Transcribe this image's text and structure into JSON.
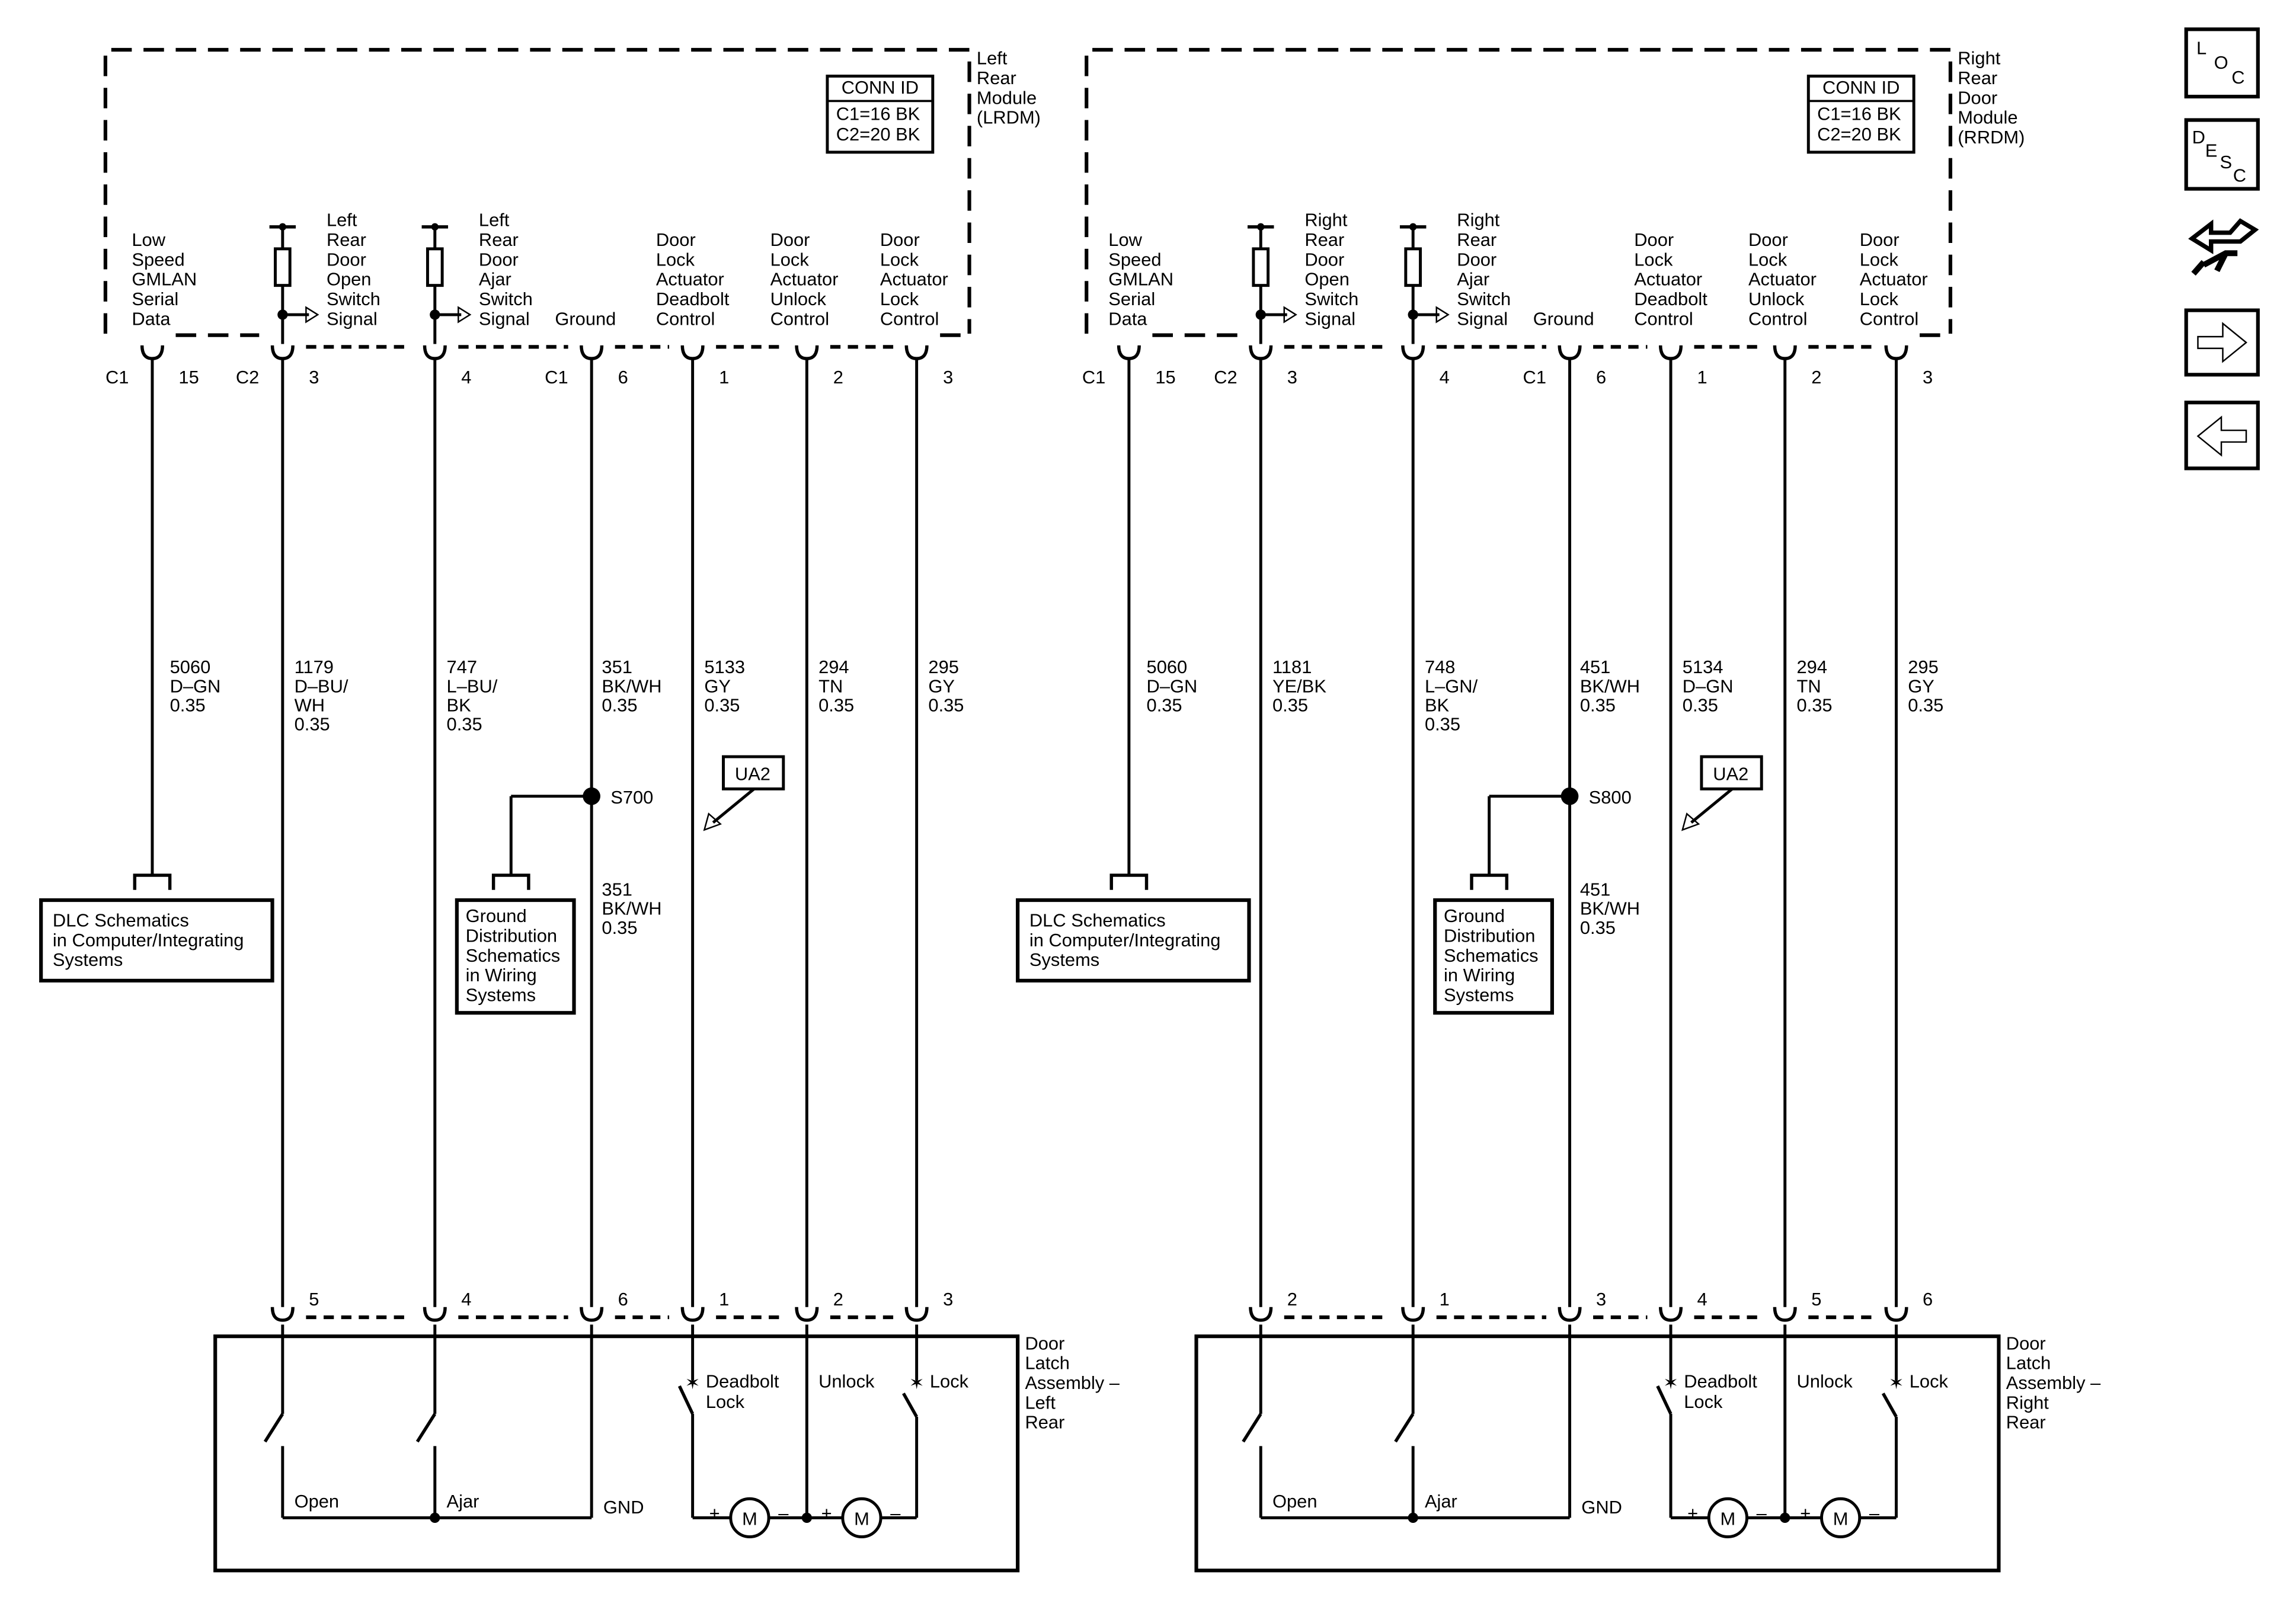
{
  "modules": [
    {
      "name": [
        "Left",
        "Rear",
        "Module",
        "(LRDM)"
      ],
      "conn_id": {
        "title": "CONN ID",
        "lines": [
          "C1=16 BK",
          "C2=20 BK"
        ]
      },
      "pins": [
        {
          "function": [
            "Low",
            "Speed",
            "GMLAN",
            "Serial",
            "Data"
          ],
          "conn": "C1",
          "pin": "15",
          "circuit": "5060",
          "color": "D–GN",
          "size": "0.35"
        },
        {
          "function": [
            "Left",
            "Rear",
            "Door",
            "Open",
            "Switch",
            "Signal"
          ],
          "conn": "C2",
          "pin": "3",
          "circuit": "1179",
          "color": "D–BU/\nWH",
          "size": "0.35",
          "latch_pin": "5"
        },
        {
          "function": [
            "Left",
            "Rear",
            "Door",
            "Ajar",
            "Switch",
            "Signal"
          ],
          "conn": "",
          "pin": "4",
          "circuit": "747",
          "color": "L–BU/\nBK",
          "size": "0.35",
          "latch_pin": "4"
        },
        {
          "function": [
            "Ground"
          ],
          "conn": "C1",
          "pin": "6",
          "circuit": "351",
          "color": "BK/WH",
          "size": "0.35",
          "latch_pin": "6"
        },
        {
          "function": [
            "Door",
            "Lock",
            "Actuator",
            "Deadbolt",
            "Control"
          ],
          "conn": "",
          "pin": "1",
          "circuit": "5133",
          "color": "GY",
          "size": "0.35",
          "latch_pin": "1"
        },
        {
          "function": [
            "Door",
            "Lock",
            "Actuator",
            "Unlock",
            "Control"
          ],
          "conn": "",
          "pin": "2",
          "circuit": "294",
          "color": "TN",
          "size": "0.35",
          "latch_pin": "2"
        },
        {
          "function": [
            "Door",
            "Lock",
            "Actuator",
            "Lock",
            "Control"
          ],
          "conn": "",
          "pin": "3",
          "circuit": "295",
          "color": "GY",
          "size": "0.35",
          "latch_pin": "3"
        }
      ],
      "splice": {
        "id": "S700",
        "circuit": "351",
        "color": "BK/WH",
        "size": "0.35"
      },
      "ua_label": "UA2",
      "dlc_box": [
        "DLC Schematics",
        "in Computer/Integrating",
        "Systems"
      ],
      "ground_box": [
        "Ground",
        "Distribution",
        "Schematics",
        "in Wiring",
        "Systems"
      ],
      "latch": {
        "name": [
          "Door",
          "Latch",
          "Assembly –",
          "Left",
          "Rear"
        ],
        "switches": [
          "Open",
          "Ajar"
        ],
        "gnd": "GND",
        "deadbolt_label": [
          "Deadbolt",
          "Lock"
        ],
        "unlock_label": "Unlock",
        "lock_label": "Lock",
        "motor": "M",
        "plus": "+",
        "minus": "–"
      }
    },
    {
      "name": [
        "Right",
        "Rear",
        "Door",
        "Module",
        "(RRDM)"
      ],
      "conn_id": {
        "title": "CONN ID",
        "lines": [
          "C1=16 BK",
          "C2=20 BK"
        ]
      },
      "pins": [
        {
          "function": [
            "Low",
            "Speed",
            "GMLAN",
            "Serial",
            "Data"
          ],
          "conn": "C1",
          "pin": "15",
          "circuit": "5060",
          "color": "D–GN",
          "size": "0.35"
        },
        {
          "function": [
            "Right",
            "Rear",
            "Door",
            "Open",
            "Switch",
            "Signal"
          ],
          "conn": "C2",
          "pin": "3",
          "circuit": "1181",
          "color": "YE/BK",
          "size": "0.35",
          "latch_pin": "2"
        },
        {
          "function": [
            "Right",
            "Rear",
            "Door",
            "Ajar",
            "Switch",
            "Signal"
          ],
          "conn": "",
          "pin": "4",
          "circuit": "748",
          "color": "L–GN/\nBK",
          "size": "0.35",
          "latch_pin": "1"
        },
        {
          "function": [
            "Ground"
          ],
          "conn": "C1",
          "pin": "6",
          "circuit": "451",
          "color": "BK/WH",
          "size": "0.35",
          "latch_pin": "3"
        },
        {
          "function": [
            "Door",
            "Lock",
            "Actuator",
            "Deadbolt",
            "Control"
          ],
          "conn": "",
          "pin": "1",
          "circuit": "5134",
          "color": "D–GN",
          "size": "0.35",
          "latch_pin": "4"
        },
        {
          "function": [
            "Door",
            "Lock",
            "Actuator",
            "Unlock",
            "Control"
          ],
          "conn": "",
          "pin": "2",
          "circuit": "294",
          "color": "TN",
          "size": "0.35",
          "latch_pin": "5"
        },
        {
          "function": [
            "Door",
            "Lock",
            "Actuator",
            "Lock",
            "Control"
          ],
          "conn": "",
          "pin": "3",
          "circuit": "295",
          "color": "GY",
          "size": "0.35",
          "latch_pin": "6"
        }
      ],
      "splice": {
        "id": "S800",
        "circuit": "451",
        "color": "BK/WH",
        "size": "0.35"
      },
      "ua_label": "UA2",
      "dlc_box": [
        "DLC Schematics",
        "in Computer/Integrating",
        "Systems"
      ],
      "ground_box": [
        "Ground",
        "Distribution",
        "Schematics",
        "in Wiring",
        "Systems"
      ],
      "latch": {
        "name": [
          "Door",
          "Latch",
          "Assembly –",
          "Right",
          "Rear"
        ],
        "switches": [
          "Open",
          "Ajar"
        ],
        "gnd": "GND",
        "deadbolt_label": [
          "Deadbolt",
          "Lock"
        ],
        "unlock_label": "Unlock",
        "lock_label": "Lock",
        "motor": "M",
        "plus": "+",
        "minus": "–"
      }
    }
  ],
  "nav": [
    {
      "name": "loc-button",
      "icon": "loc-icon",
      "glyphs": [
        "L",
        "O",
        "C"
      ]
    },
    {
      "name": "desc-button",
      "icon": "desc-icon",
      "glyphs": [
        "D",
        "E",
        "S",
        "C"
      ]
    },
    {
      "name": "connector-service-button",
      "icon": "connector-wrench-icon",
      "glyphs": []
    },
    {
      "name": "next-button",
      "icon": "arrow-right-icon",
      "glyphs": []
    },
    {
      "name": "previous-button",
      "icon": "arrow-left-icon",
      "glyphs": []
    }
  ],
  "colors": {
    "ink": "#000000",
    "background": "#ffffff"
  }
}
